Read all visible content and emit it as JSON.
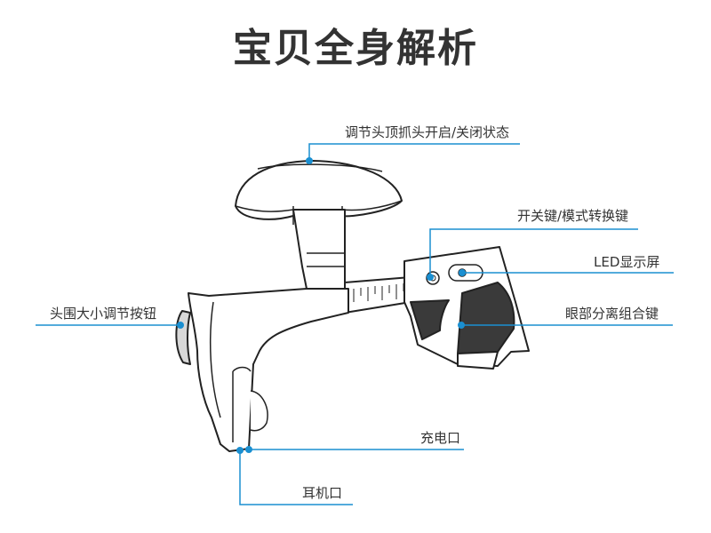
{
  "title": "宝贝全身解析",
  "accent_color": "#1a8fd1",
  "callouts": {
    "head_grip": "调节头顶抓头开启/关闭状态",
    "power_mode": "开关键/模式转换键",
    "led_screen": "LED显示屏",
    "head_size": "头围大小调节按钮",
    "eye_keys": "眼部分离组合键",
    "charge_port": "充电口",
    "earphone_port": "耳机口"
  }
}
